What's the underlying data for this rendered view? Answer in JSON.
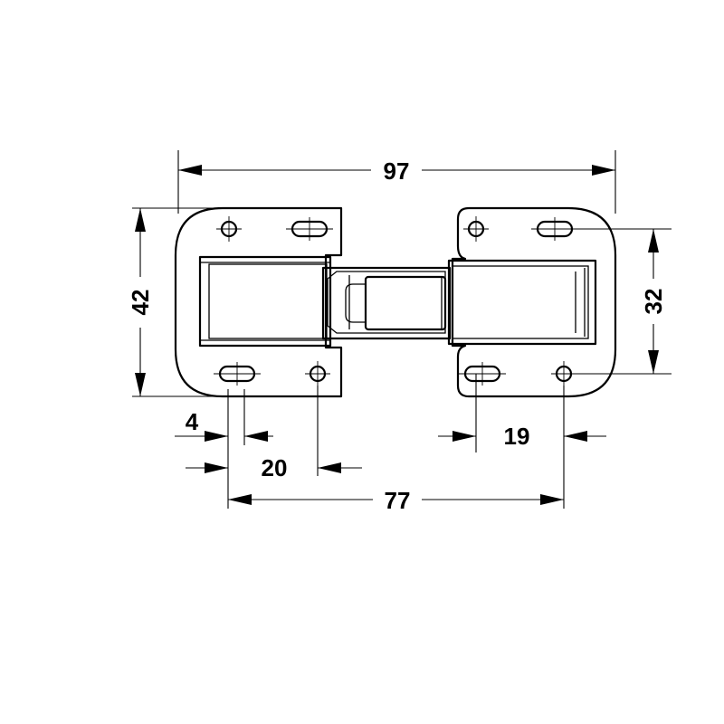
{
  "drawing": {
    "dimensions": {
      "overall_width": "97",
      "overall_height": "42",
      "hole_spacing_vertical": "32",
      "edge_offset": "4",
      "hole_spacing_left": "20",
      "hole_spacing_right": "19",
      "hole_spacing_total": "77"
    }
  }
}
